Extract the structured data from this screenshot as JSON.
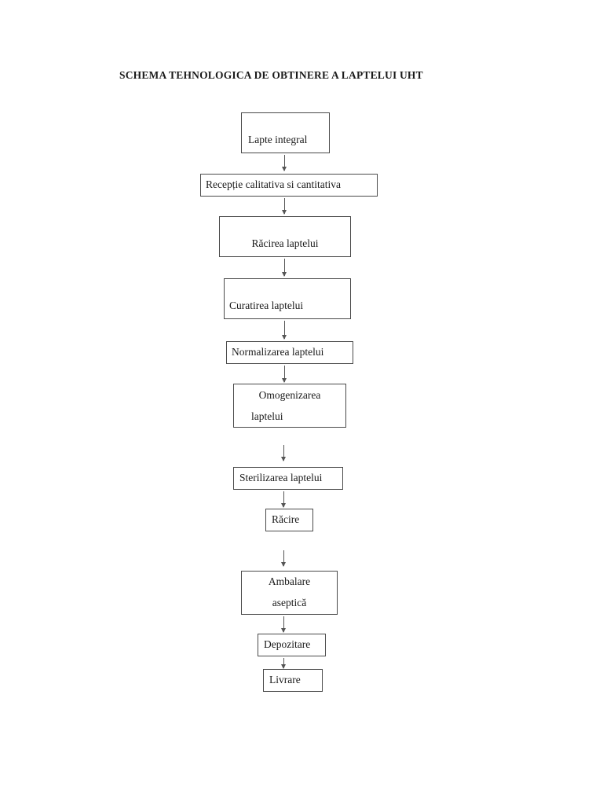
{
  "document": {
    "title": "SCHEMA TEHNOLOGICA DE OBTINERE A LAPTELUI UHT",
    "language": "ro",
    "background_color": "#ffffff",
    "text_color": "#1a1a1a",
    "box_border_color": "#4a4a4a",
    "arrow_color": "#555555"
  },
  "chart_data": {
    "type": "flowchart",
    "title": "SCHEMA TEHNOLOGICA DE OBTINERE A LAPTELUI UHT",
    "orientation": "top-to-bottom",
    "node_count": 11,
    "edge_count": 10,
    "nodes": [
      {
        "id": "n1",
        "label": "Lapte integral",
        "lines": [
          "Lapte integral"
        ]
      },
      {
        "id": "n2",
        "label": "Recepție calitativa si cantitativa",
        "lines": [
          "Recepție calitativa si cantitativa"
        ]
      },
      {
        "id": "n3",
        "label": "Răcirea laptelui",
        "lines": [
          "Răcirea laptelui"
        ]
      },
      {
        "id": "n4",
        "label": "Curatirea laptelui",
        "lines": [
          "Curatirea laptelui"
        ]
      },
      {
        "id": "n5",
        "label": "Normalizarea laptelui",
        "lines": [
          "Normalizarea laptelui"
        ]
      },
      {
        "id": "n6",
        "label": "Omogenizarea laptelui",
        "lines": [
          "Omogenizarea",
          "laptelui"
        ]
      },
      {
        "id": "n7",
        "label": "Sterilizarea laptelui",
        "lines": [
          "Sterilizarea laptelui"
        ]
      },
      {
        "id": "n8",
        "label": "Răcire",
        "lines": [
          "Răcire"
        ]
      },
      {
        "id": "n9",
        "label": "Ambalare aseptică",
        "lines": [
          "Ambalare",
          "aseptică"
        ]
      },
      {
        "id": "n10",
        "label": "Depozitare",
        "lines": [
          "Depozitare"
        ]
      },
      {
        "id": "n11",
        "label": "Livrare",
        "lines": [
          "Livrare"
        ]
      }
    ],
    "edges": [
      {
        "from": "n1",
        "to": "n2"
      },
      {
        "from": "n2",
        "to": "n3"
      },
      {
        "from": "n3",
        "to": "n4"
      },
      {
        "from": "n4",
        "to": "n5"
      },
      {
        "from": "n5",
        "to": "n6"
      },
      {
        "from": "n6",
        "to": "n7"
      },
      {
        "from": "n7",
        "to": "n8"
      },
      {
        "from": "n8",
        "to": "n9"
      },
      {
        "from": "n9",
        "to": "n10"
      },
      {
        "from": "n10",
        "to": "n11"
      }
    ]
  }
}
